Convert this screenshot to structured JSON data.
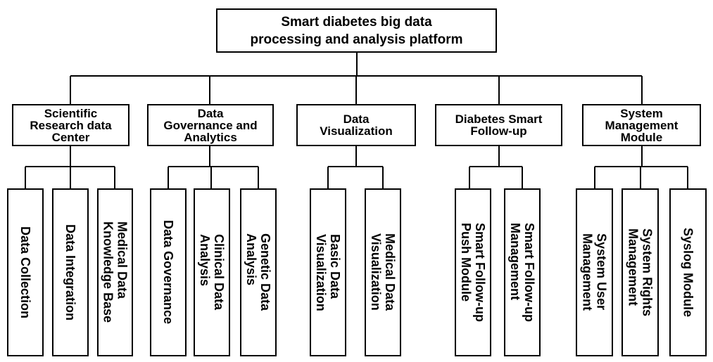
{
  "root": {
    "title": "Smart diabetes big data\nprocessing and analysis platform"
  },
  "categories": [
    {
      "label": "Scientific\nResearch data\nCenter",
      "children": [
        "Data Collection",
        "Data Integration",
        "Medical Data\nKnowledge Base"
      ]
    },
    {
      "label": "Data\nGovernance and\nAnalytics",
      "children": [
        "Data Governance",
        "Clinical Data\nAnalysis",
        "Genetic Data\nAnalysis"
      ]
    },
    {
      "label": "Data\nVisualization",
      "children": [
        "Basic Data\nVisualization",
        "Medical Data\nVisualization"
      ]
    },
    {
      "label": "Diabetes Smart\nFollow-up",
      "children": [
        "Smart Follow-up\nPush Module",
        "Smart Follow-up\nManagement"
      ]
    },
    {
      "label": "System\nManagement\nModule",
      "children": [
        "System User\nManagement",
        "System Rights\nManagement",
        "Syslog Module"
      ]
    }
  ]
}
